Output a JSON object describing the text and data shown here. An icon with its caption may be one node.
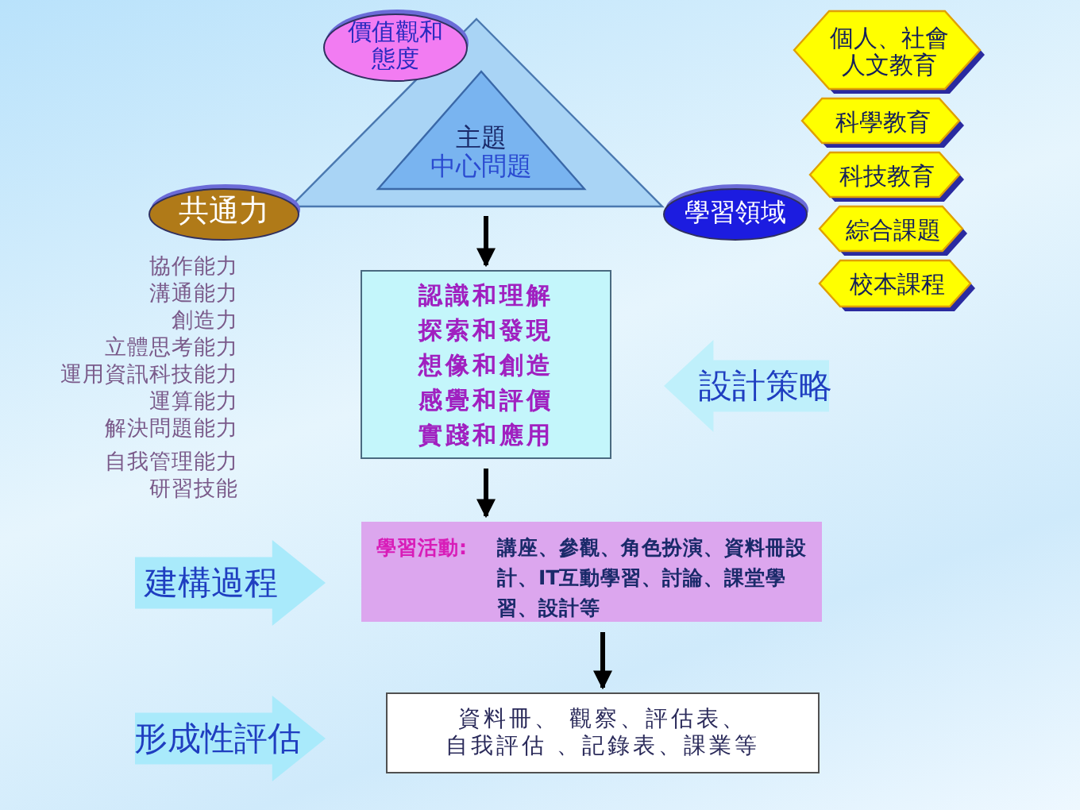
{
  "diagram": {
    "nodes": [
      {
        "text": [],
        "shape": "triangle"
      },
      {
        "text": [
          "主題",
          "中心問題"
        ],
        "in": 0
      },
      {
        "text": [
          "價值觀和態度"
        ]
      },
      {
        "text": [
          "共通力"
        ]
      },
      {
        "text": [
          "學習領域"
        ]
      },
      {
        "text": [
          "個人、社會人文教育"
        ]
      },
      {
        "text": [
          "科學教育"
        ]
      },
      {
        "text": [
          "科技教育"
        ]
      },
      {
        "text": [
          "綜合課題"
        ]
      },
      {
        "text": [
          "校本課程"
        ]
      },
      {
        "text": [
          "認識和理解",
          "探索和發現",
          "想像和創造",
          "感覺和評價",
          "實踐和應用"
        ]
      },
      {
        "text": [
          "設計策略"
        ]
      },
      {
        "text": [
          "建構過程"
        ]
      },
      {
        "text": [
          "學習活動:",
          "講座、參觀、角色扮演、資料冊設計、IT互動學習、討論、課堂學習、設計等"
        ]
      },
      {
        "text": [
          "形成性評估"
        ]
      },
      {
        "text": [
          "資料冊、 觀察、評估表、",
          "自我評估 、記錄表、課業等"
        ]
      }
    ],
    "edges": [
      {
        "from": 0,
        "to": 10,
        "arrow": "to"
      },
      {
        "from": 10,
        "to": 13,
        "arrow": "to"
      },
      {
        "from": 13,
        "to": 15,
        "arrow": "to"
      }
    ],
    "labels": [
      "協作能力",
      "溝通能力",
      "創造力",
      "立體思考能力",
      "運用資訊科技能力",
      "運算能力",
      "解決問題能力",
      "自我管理能力",
      "研習技能"
    ]
  }
}
